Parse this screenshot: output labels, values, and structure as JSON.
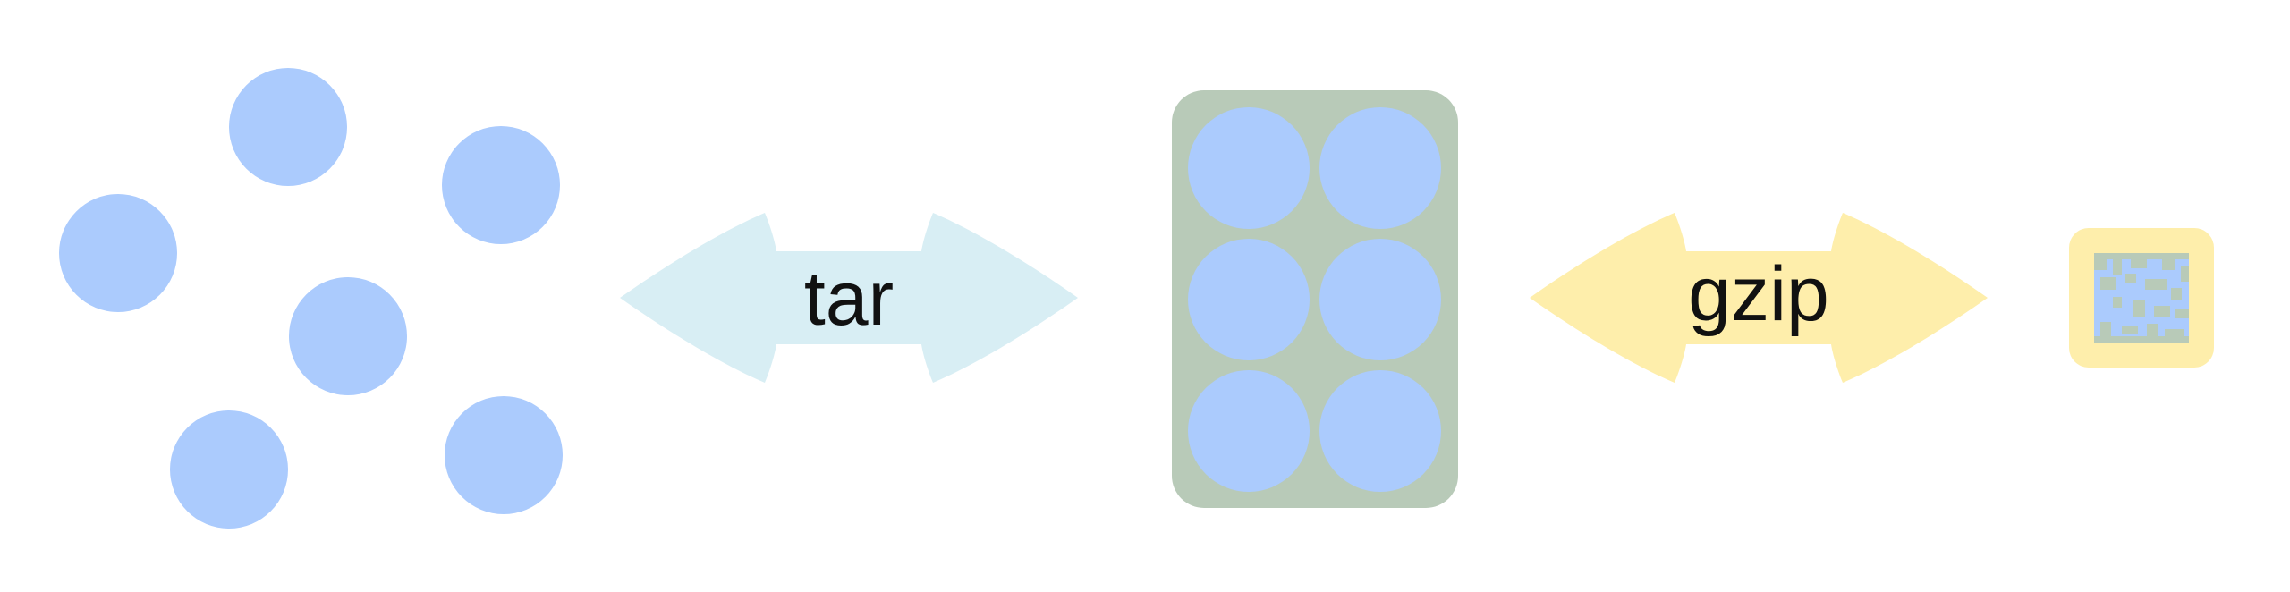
{
  "labels": {
    "tar": "tar",
    "gzip": "gzip"
  },
  "colors": {
    "file": "#abcbfd",
    "tar_arrow": "#d8eef4",
    "gzip_arrow": "#feeeab",
    "archive_box": "#b8cab8",
    "compressed_box": "#feeeab",
    "compressed_pattern_dark": "#b8cab8",
    "compressed_pattern_light": "#abcbfd",
    "text": "#111111"
  },
  "stages": {
    "loose_files_count": 6,
    "archived_files_count": 6,
    "compressed_files_count": 1
  }
}
